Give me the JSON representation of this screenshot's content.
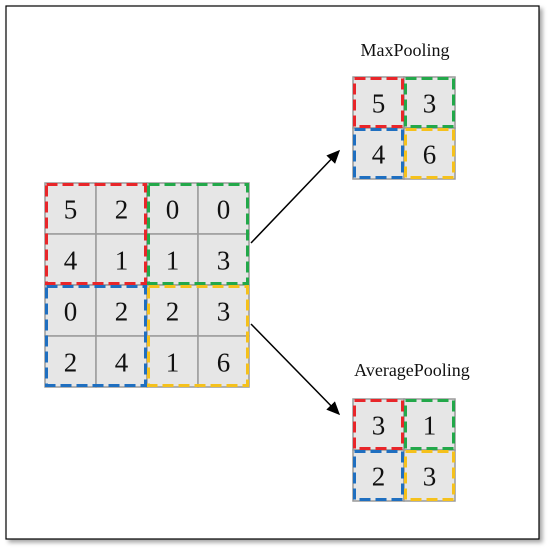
{
  "input_grid": {
    "rows": [
      [
        "5",
        "2",
        "0",
        "0"
      ],
      [
        "4",
        "1",
        "1",
        "3"
      ],
      [
        "0",
        "2",
        "2",
        "3"
      ],
      [
        "2",
        "4",
        "1",
        "6"
      ]
    ]
  },
  "max_pooling": {
    "label": "MaxPooling",
    "rows": [
      [
        "5",
        "3"
      ],
      [
        "4",
        "6"
      ]
    ]
  },
  "average_pooling": {
    "label": "AveragePooling",
    "rows": [
      [
        "3",
        "1"
      ],
      [
        "2",
        "3"
      ]
    ]
  },
  "colors": {
    "cell_fill": "#e6e6e6",
    "cell_border": "#9a9a9a",
    "quadrant_top_left": "#e8262a",
    "quadrant_top_right": "#23a84a",
    "quadrant_bottom_left": "#1f6fc0",
    "quadrant_bottom_right": "#f5c11c",
    "arrow": "#000000",
    "frame": "#000000"
  }
}
